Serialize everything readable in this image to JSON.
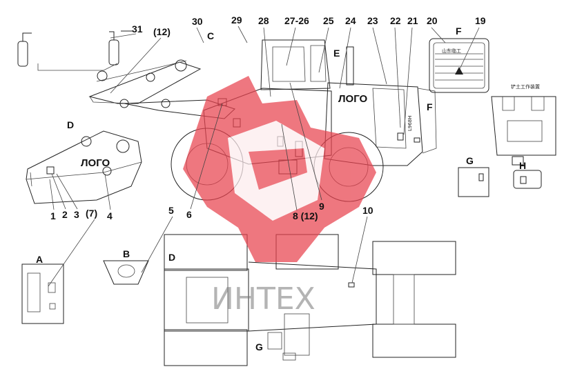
{
  "callouts": {
    "n1": "1",
    "n2": "2",
    "n3": "3",
    "n4": "4",
    "n5": "5",
    "n6": "6",
    "n7": "(7)",
    "n8": "8 (12)",
    "n9": "9",
    "n10": "10",
    "n12": "(12)",
    "n19": "19",
    "n20": "20",
    "n21": "21",
    "n22": "22",
    "n23": "23",
    "n24": "24",
    "n25": "25",
    "n2726": "27-26",
    "n28": "28",
    "n29": "29",
    "n30": "30",
    "n31": "31"
  },
  "views": {
    "A": "A",
    "B": "B",
    "C": "C",
    "D": "D",
    "E": "E",
    "F": "F",
    "G": "G",
    "H": "H"
  },
  "logos": {
    "boom": "ЛОГО",
    "cab": "ЛОГО"
  },
  "panel_f": {
    "caption": "F",
    "brand_text": "山东临工"
  },
  "panel_top_right": {
    "caption": "铲土工作装置"
  },
  "model_text": "L968H",
  "watermark": {
    "text": "ИНТЕХ",
    "color": "#e8434f"
  },
  "colors": {
    "logo_red": "#e8434f",
    "line": "#222222"
  }
}
